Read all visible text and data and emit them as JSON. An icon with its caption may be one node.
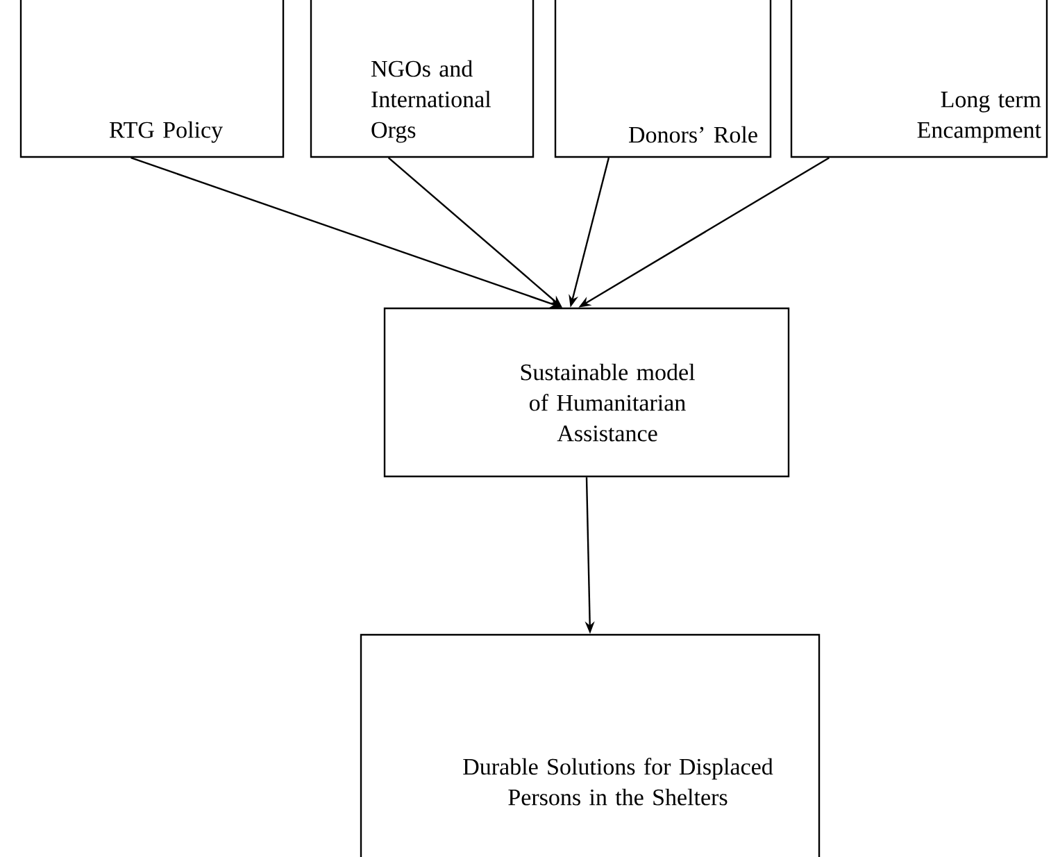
{
  "diagram": {
    "nodes": [
      {
        "text": [
          "RTG Policy"
        ]
      },
      {
        "text": [
          "NGOs and International Orgs"
        ]
      },
      {
        "text": [
          "Donors’ Role"
        ]
      },
      {
        "text": [
          "Long term Encampment"
        ]
      },
      {
        "text": [
          "Sustainable model of Humanitarian Assistance"
        ]
      },
      {
        "text": [
          "Durable Solutions for Displaced Persons in the Shelters"
        ]
      }
    ],
    "edges": [
      {
        "from": 0,
        "to": 4,
        "arrow": "to"
      },
      {
        "from": 1,
        "to": 4,
        "arrow": "to"
      },
      {
        "from": 2,
        "to": 4,
        "arrow": "to"
      },
      {
        "from": 3,
        "to": 4,
        "arrow": "to"
      },
      {
        "from": 4,
        "to": 5,
        "arrow": "to"
      }
    ]
  }
}
